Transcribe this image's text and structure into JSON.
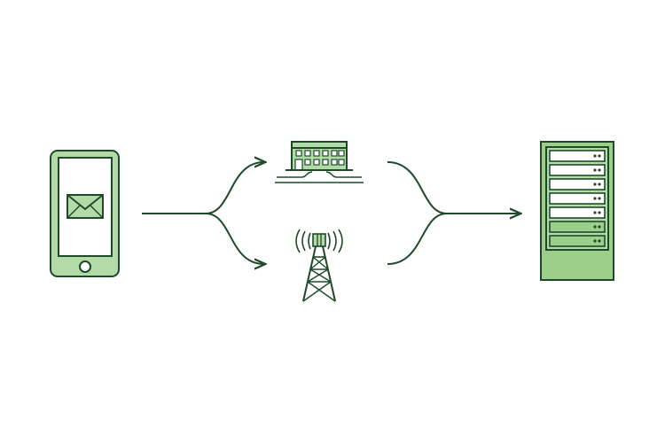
{
  "diagram": {
    "nodes": [
      {
        "id": "phone",
        "icon": "smartphone-with-envelope-icon"
      },
      {
        "id": "building",
        "icon": "building-icon"
      },
      {
        "id": "tower",
        "icon": "cell-tower-icon"
      },
      {
        "id": "server",
        "icon": "server-rack-icon"
      }
    ],
    "edges": [
      {
        "from": "phone",
        "to": "building"
      },
      {
        "from": "phone",
        "to": "tower"
      },
      {
        "from": "building",
        "to": "server"
      },
      {
        "from": "tower",
        "to": "server"
      }
    ],
    "colors": {
      "stroke": "#1f4a2a",
      "fill_light": "#b3dba8",
      "fill_medium": "#9ccf8a",
      "fill_white": "#ffffff"
    }
  }
}
